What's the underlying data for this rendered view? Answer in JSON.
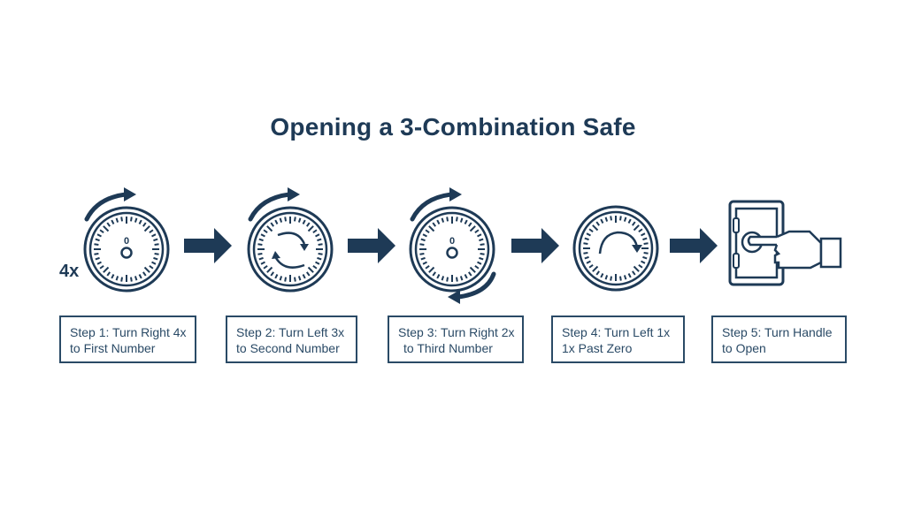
{
  "title": "Opening a 3-Combination Safe",
  "colors": {
    "primary": "#1e3a56",
    "box_border": "#2a4a66",
    "background": "#ffffff"
  },
  "steps": [
    {
      "icon": "dial-turn-right-icon",
      "badge": "4x",
      "line1": "Step 1: Turn Right 4x",
      "line2": "to First Number"
    },
    {
      "icon": "dial-turn-left-icon",
      "line1": "Step 2: Turn Left 3x",
      "line2": "to Second Number"
    },
    {
      "icon": "dial-turn-right-icon",
      "line1": "Step 3: Turn Right 2x",
      "line2": "to Third Number"
    },
    {
      "icon": "dial-turn-left-icon",
      "line1": "Step 4: Turn Left 1x",
      "line2": "1x Past Zero"
    },
    {
      "icon": "safe-handle-hand-icon",
      "line1": "Step 5: Turn Handle",
      "line2": "to Open"
    }
  ],
  "dial_zero_label": "0"
}
